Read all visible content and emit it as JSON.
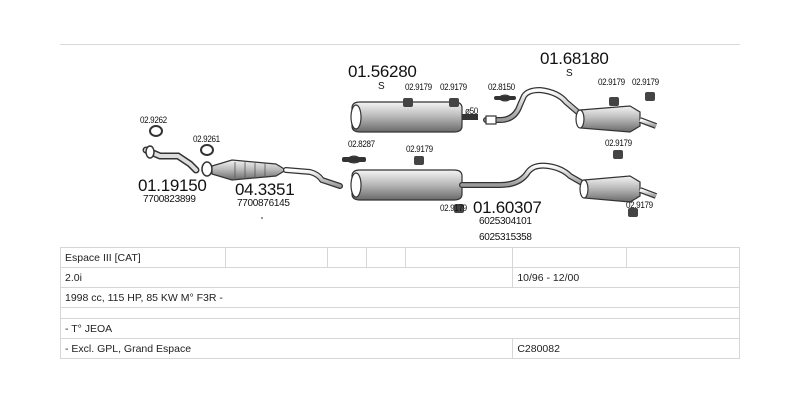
{
  "labels": {
    "p_02_9262": "02.9262",
    "p_02_9261": "02.9261",
    "p_01_19150": "01.19150",
    "oem_01_19150": "7700823899",
    "p_04_3351": "04.3351",
    "oem_04_3351": "7700876145",
    "p_01_56280": "01.56280",
    "s1": "S",
    "p_02_9179_a": "02.9179",
    "p_02_9179_b": "02.9179",
    "p_02_8150": "02.8150",
    "dia50": "ø50",
    "p_01_68180": "01.68180",
    "s2": "S",
    "p_02_9179_c": "02.9179",
    "p_02_9179_d": "02.9179",
    "p_02_8287": "02.8287",
    "p_02_9179_e": "02.9179",
    "p_02_9179_f": "02.9179",
    "p_02_9179_g": "02.9179",
    "p_01_60307": "01.60307",
    "oem_01_60307_a": "6025304101",
    "oem_01_60307_b": "6025315358",
    "p_02_9179_h": "02.9179"
  },
  "spec": {
    "model": "Espace III  [CAT]",
    "engine": "2.0i",
    "years": "10/96 - 12/00",
    "details": "1998 cc, 115 HP, 85 KW M° F3R -",
    "note1": "- T° JEOA",
    "note2": "- Excl. GPL, Grand Espace",
    "code": "C280082"
  }
}
